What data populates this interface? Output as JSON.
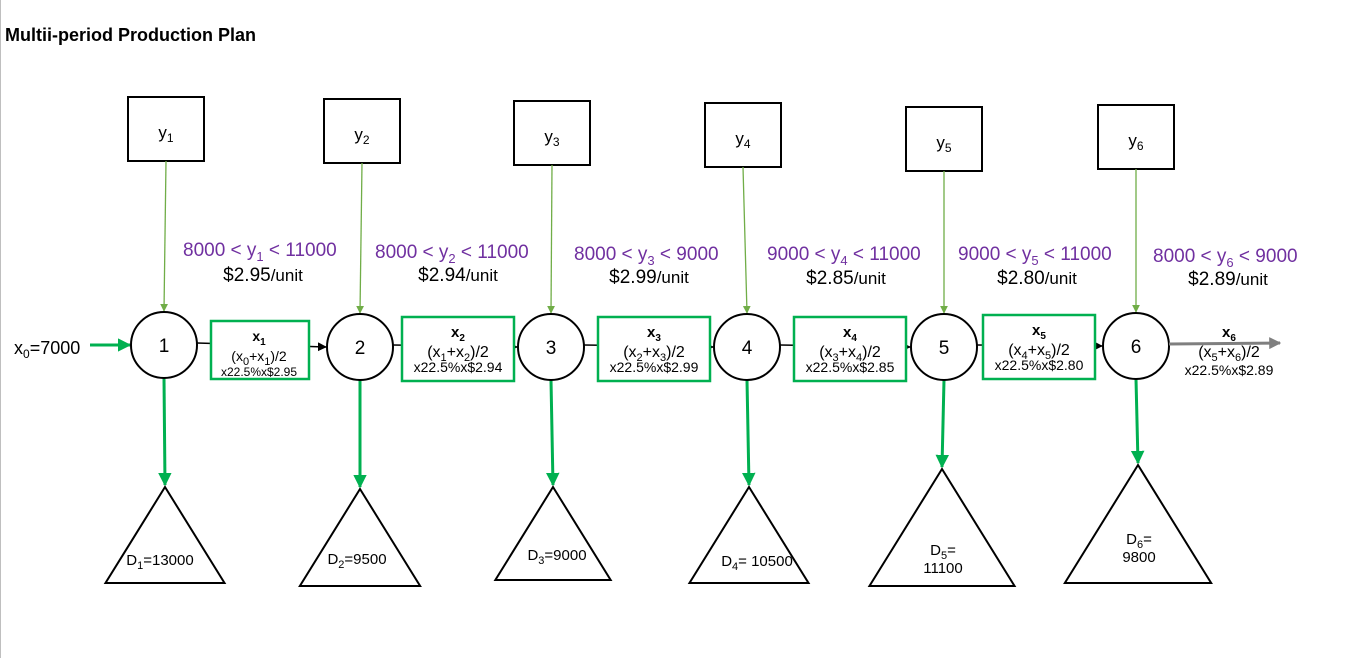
{
  "title": "Multii-period Production Plan",
  "colors": {
    "green": "#00b050",
    "light_green": "#70ad47",
    "purple": "#7030a0",
    "gray": "#7f7f7f",
    "black": "#000000"
  },
  "initial": {
    "label": "x",
    "sub": "0",
    "value": "=7000"
  },
  "periods": [
    {
      "node": "1",
      "y_label": "y",
      "y_sub": "1",
      "constraint": {
        "lo": "8000 < ",
        "var": "y",
        "sub": "1",
        "hi": " < 11000"
      },
      "price": "$2.95",
      "unit": "/unit",
      "demand": {
        "label": "D",
        "sub": "1",
        "value": "=13000",
        "value2": ""
      },
      "inv": {
        "x": "x",
        "x_sub": "1",
        "a": "x",
        "a_sub": "0",
        "b": "x",
        "b_sub": "1",
        "rate": "x22.5%x$2.95"
      }
    },
    {
      "node": "2",
      "y_label": "y",
      "y_sub": "2",
      "constraint": {
        "lo": "8000 <  ",
        "var": "y",
        "sub": "2",
        "hi": " < 11000"
      },
      "price": "$2.94",
      "unit": "/unit",
      "demand": {
        "label": "D",
        "sub": "2",
        "value": "=9500",
        "value2": ""
      },
      "inv": {
        "x": "x",
        "x_sub": "2",
        "a": "x",
        "a_sub": "1",
        "b": "x",
        "b_sub": "2",
        "rate": "x22.5%x$2.94"
      }
    },
    {
      "node": "3",
      "y_label": "y",
      "y_sub": "3",
      "constraint": {
        "lo": "8000 < ",
        "var": "y",
        "sub": "3",
        "hi": " < 9000"
      },
      "price": "$2.99",
      "unit": "/unit",
      "demand": {
        "label": "D",
        "sub": "3",
        "value": "=9000",
        "value2": ""
      },
      "inv": {
        "x": "x",
        "x_sub": "3",
        "a": "x",
        "a_sub": "2",
        "b": "x",
        "b_sub": "3",
        "rate": "x22.5%x$2.99"
      }
    },
    {
      "node": "4",
      "y_label": "y",
      "y_sub": "4",
      "constraint": {
        "lo": "9000 < ",
        "var": "y",
        "sub": "4",
        "hi": " < 11000"
      },
      "price": "$2.85",
      "unit": "/unit",
      "demand": {
        "label": "D",
        "sub": "4",
        "value": "= 10500",
        "value2": ""
      },
      "inv": {
        "x": "x",
        "x_sub": "4",
        "a": "x",
        "a_sub": "3",
        "b": "x",
        "b_sub": "4",
        "rate": "x22.5%x$2.85"
      }
    },
    {
      "node": "5",
      "y_label": "y",
      "y_sub": "5",
      "constraint": {
        "lo": "9000 < ",
        "var": "y",
        "sub": "5",
        "hi": " < 11000"
      },
      "price": "$2.80",
      "unit": "/unit",
      "demand": {
        "label": "D",
        "sub": "5",
        "value": "=",
        "value2": "11100"
      },
      "inv": {
        "x": "x",
        "x_sub": "5",
        "a": "x",
        "a_sub": "4",
        "b": "x",
        "b_sub": "5",
        "rate": "x22.5%x$2.80"
      }
    },
    {
      "node": "6",
      "y_label": "y",
      "y_sub": "6",
      "constraint": {
        "lo": "8000 < ",
        "var": "y",
        "sub": "6",
        "hi": " < 9000"
      },
      "price": "$2.89",
      "unit": "/unit",
      "demand": {
        "label": "D",
        "sub": "6",
        "value": "=",
        "value2": "9800"
      },
      "inv": {
        "x": "x",
        "x_sub": "6",
        "a": "x",
        "a_sub": "5",
        "b": "x",
        "b_sub": "6",
        "rate": "x22.5%x$2.89"
      }
    }
  ]
}
